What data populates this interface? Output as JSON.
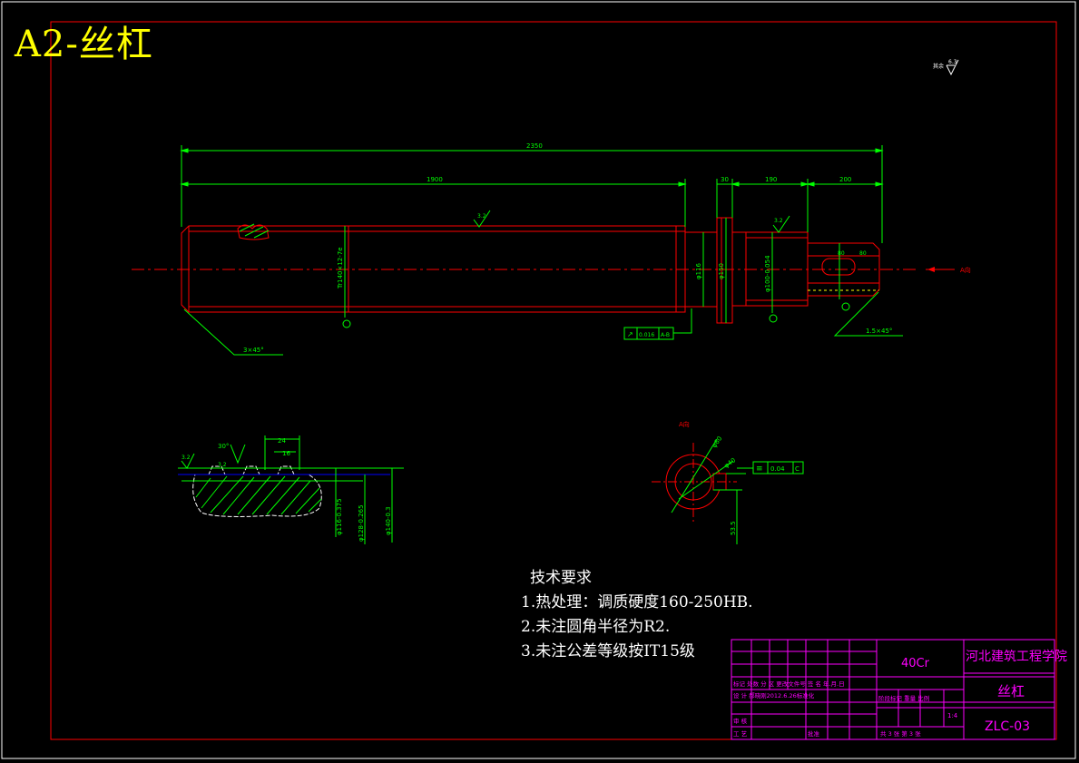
{
  "sheet": {
    "title": "A2-丝杠",
    "surface_finish_general": "其余",
    "surface_finish_general_value": "6.3"
  },
  "dimensions": {
    "overall_length": "2350",
    "thread_length": "1900",
    "collar_width": "30",
    "journal_length": "190",
    "end_length": "200",
    "keyway_a": "80",
    "keyway_b": "80",
    "dia_collar_inner": "φ116",
    "dia_collar": "φ150",
    "dia_journal": "φ100-0.054",
    "dia_thread": "Tr140×12-7e",
    "chamfer_left": "3×45°",
    "chamfer_right": "1.5×45°",
    "roughness_thread": "3.2",
    "roughness_journal": "3.2",
    "section_arrow": "A向"
  },
  "tolerance_frame_1": {
    "symbol": "↗",
    "value": "0.016",
    "datum": "A-B"
  },
  "thread_detail": {
    "roughness": "3.2",
    "angle": "30°",
    "pitch": "24",
    "width": "16",
    "depth_label": "3.2",
    "dia1": "φ116-0.375",
    "dia2": "φ128-0.265",
    "dia3": "φ140-0.3"
  },
  "section_view": {
    "label": "A向",
    "dia_outer": "φ60",
    "dia_inner": "φ40",
    "key_dim": "53.5",
    "tol_symbol": "≡",
    "tol_value": "0.04",
    "tol_datum": "C"
  },
  "tech_requirements": {
    "heading": "技术要求",
    "items": [
      "1.热处理：调质硬度160-250HB.",
      "2.未注圆角半径为R2.",
      "3.未注公差等级按IT15级"
    ]
  },
  "title_block": {
    "material": "40Cr",
    "school": "河北建筑工程学院",
    "part_name": "丝杠",
    "drawing_no": "ZLC-03",
    "scale": "1:4",
    "row_header": "标记 处数 分 区 更改文件号 签 名 年.月.日",
    "designer_row": "设 计 郝晓刚2012.6.26标准化",
    "stage_header": "阶段标记   重量 比例",
    "review_label": "审 核",
    "process_label": "工 艺",
    "approve_label": "批准",
    "sheets_label": "共 3 张   第 3 张"
  },
  "colors": {
    "background": "#000000",
    "frame": "#ffffff",
    "border": "#ff0000",
    "part_outline": "#ff0000",
    "dimension": "#00ff00",
    "centerline": "#ff0000",
    "hatch": "#00ff00",
    "title_block": "#ff00ff",
    "note_text": "#ffffff",
    "sheet_title": "#ffff00"
  }
}
